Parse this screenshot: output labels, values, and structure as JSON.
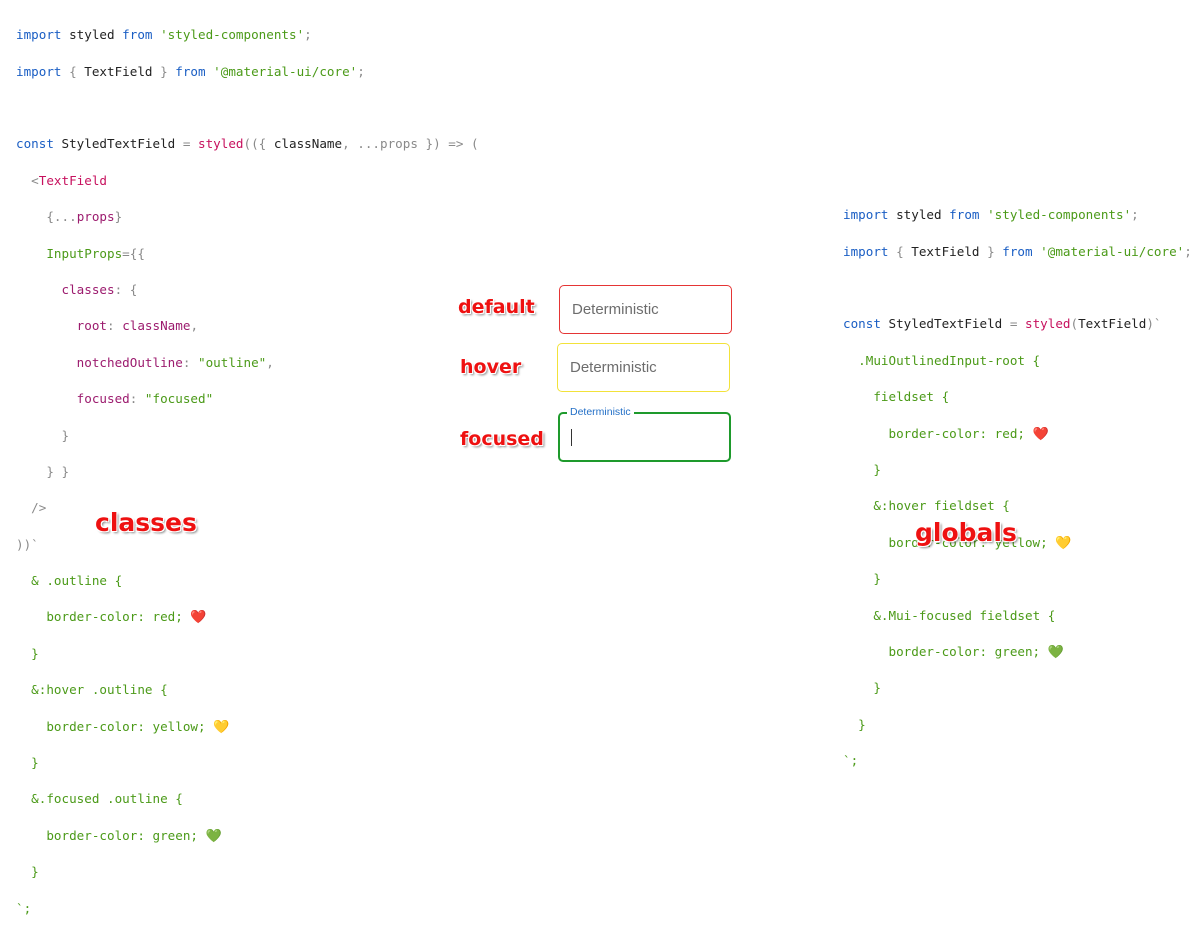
{
  "left_code": {
    "line1": {
      "k1": "import",
      "id": " styled ",
      "k2": "from",
      "s": " 'styled-components'",
      "p": ";"
    },
    "line2": {
      "k1": "import",
      "p1": " { ",
      "id": "TextField",
      "p2": " } ",
      "k2": "from",
      "s": " '@material-ui/core'",
      "p3": ";"
    },
    "line4": {
      "k": "const",
      "id": " StyledTextField ",
      "eq": "=",
      "fn": " styled",
      "args": "(({ ",
      "a1": "className",
      "c": ", ",
      "rest": "...props",
      "close": " }) => ("
    },
    "line5": {
      "lt": "<",
      "comp": "TextField"
    },
    "line6": {
      "o": "{...",
      "prop": "props",
      "c": "}"
    },
    "line7": {
      "prop": "InputProps",
      "o": "={{"
    },
    "line8": {
      "prop": "classes",
      "o": ": {"
    },
    "line9": {
      "prop": "root",
      "c": ": ",
      "val": "className",
      "e": ","
    },
    "line10": {
      "prop": "notchedOutline",
      "c": ": ",
      "s": "\"outline\"",
      "e": ","
    },
    "line11": {
      "prop": "focused",
      "c": ": ",
      "s": "\"focused\""
    },
    "line12": "}",
    "line13": "} }",
    "line14": "/>",
    "line15": "))`",
    "line16": "& .outline {",
    "line17": {
      "t": "border-color: red; ",
      "e": "❤️"
    },
    "line18": "}",
    "line19": "&:hover .outline {",
    "line20": {
      "t": "border-color: yellow; ",
      "e": "💛"
    },
    "line21": "}",
    "line22": "&.focused .outline {",
    "line23": {
      "t": "border-color: green; ",
      "e": "💚"
    },
    "line24": "}",
    "line25": "`;"
  },
  "right_code": {
    "line1": {
      "k1": "import",
      "id": " styled ",
      "k2": "from",
      "s": " 'styled-components'",
      "p": ";"
    },
    "line2": {
      "k1": "import",
      "p1": " { ",
      "id": "TextField",
      "p2": " } ",
      "k2": "from",
      "s": " '@material-ui/core'",
      "p3": ";"
    },
    "line4": {
      "k": "const",
      "id": " StyledTextField ",
      "eq": "=",
      "fn": " styled",
      "o": "(",
      "arg": "TextField",
      "c": ")`"
    },
    "line5": ".MuiOutlinedInput-root {",
    "line6": "fieldset {",
    "line7": {
      "t": "border-color: red; ",
      "e": "❤️"
    },
    "line8": "}",
    "line9": "&:hover fieldset {",
    "line10": {
      "t": "border-color: yellow; ",
      "e": "💛"
    },
    "line11": "}",
    "line12": "&.Mui-focused fieldset {",
    "line13": {
      "t": "border-color: green; ",
      "e": "💚"
    },
    "line14": "}",
    "line15": "}",
    "line16": "`;"
  },
  "labels": {
    "default": "default",
    "hover": "hover",
    "focused": "focused",
    "classes": "classes",
    "globals": "globals"
  },
  "fields": {
    "default_placeholder": "Deterministic",
    "hover_placeholder": "Deterministic",
    "focused_label": "Deterministic"
  },
  "colors": {
    "default_border": "#e53535",
    "hover_border": "#f2e23a",
    "focused_border": "#1e9a2c",
    "label_red": "#ee1111"
  }
}
